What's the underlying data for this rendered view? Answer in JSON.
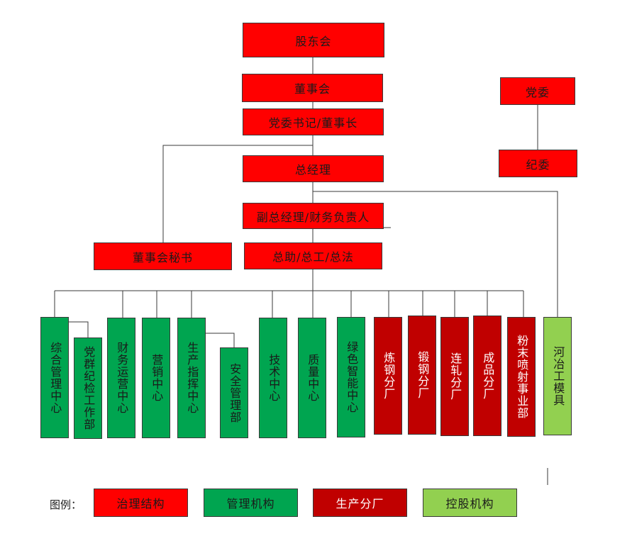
{
  "colors": {
    "governance": "#ff0000",
    "management": "#00a550",
    "production": "#c00000",
    "holding": "#92d050",
    "line": "#3a3a3a"
  },
  "nodes": {
    "shareholders": "股东会",
    "board": "董事会",
    "secretary_chairman": "党委书记/董事长",
    "general_manager": "总经理",
    "deputy_gm_finance": "副总经理/财务负责人",
    "board_secretary": "董事会秘书",
    "assistants": "总助/总工/总法",
    "party_committee": "党委",
    "discipline_committee": "纪委",
    "integrated_mgmt": "综合管理中心",
    "party_discipline_dept": "党群纪检工作部",
    "finance_ops": "财务运营中心",
    "marketing": "营销中心",
    "production_command": "生产指挥中心",
    "safety_mgmt": "安全管理部",
    "technology": "技术中心",
    "quality": "质量中心",
    "green_intelligent": "绿色智能中心",
    "steelmaking": "炼钢分厂",
    "forging": "锻钢分厂",
    "rolling": "连轧分厂",
    "finished_products": "成品分厂",
    "powder_spray": "粉末喷射事业部",
    "heye_mold": "河冶工模具"
  },
  "legend": {
    "title": "图例：",
    "governance": "治理结构",
    "management": "管理机构",
    "production": "生产分厂",
    "holding": "控股机构"
  }
}
